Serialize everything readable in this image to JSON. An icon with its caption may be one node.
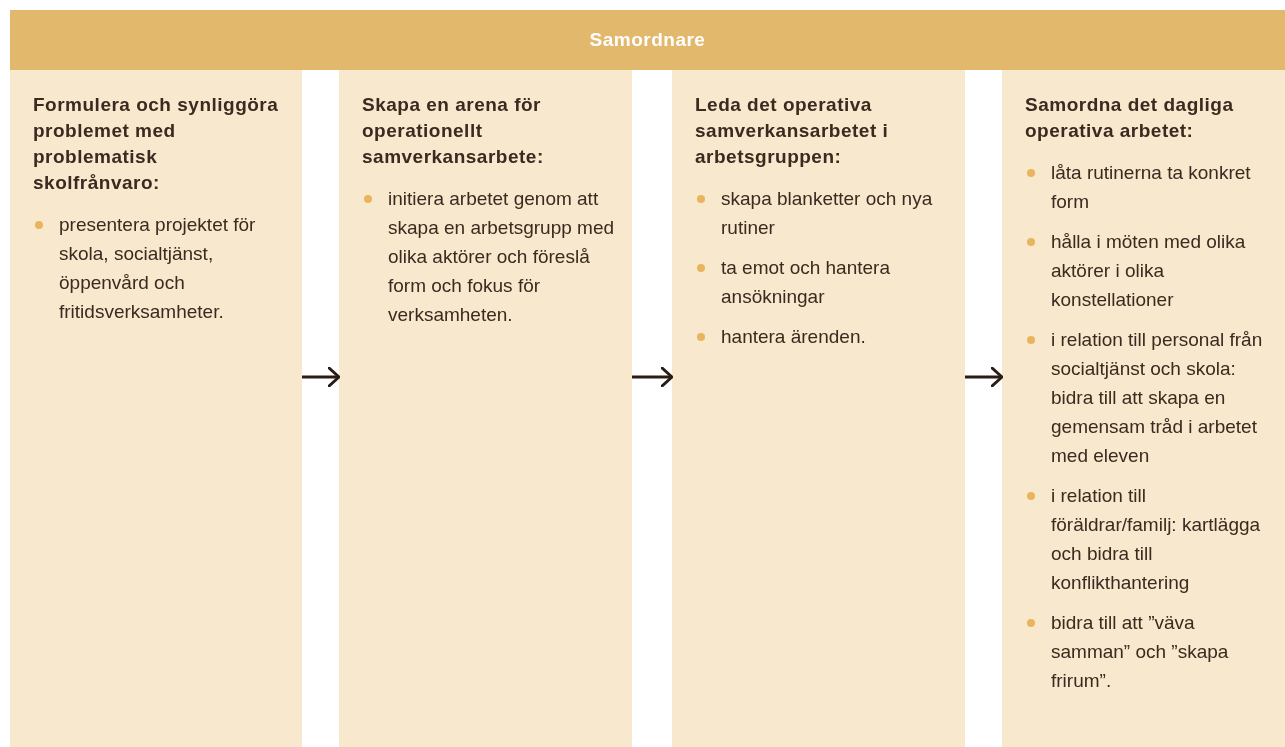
{
  "diagram": {
    "nodes": [
      {
        "text": [
          "Samordnare"
        ]
      },
      {
        "text": [
          "Formulera och synliggöra problemet med problematisk skolfrånvaro:",
          "presentera projektet för skola, socialtjänst, öppenvård och fritidsverksamheter."
        ]
      },
      {
        "text": [
          "Skapa en arena för operationellt samverkansarbete:",
          "initiera arbetet genom att skapa en arbetsgrupp med olika aktörer och föreslå form och fokus för verksamheten."
        ]
      },
      {
        "text": [
          "Leda det operativa samverkansarbetet i arbetsgruppen:",
          "skapa blanketter och nya rutiner",
          "ta emot och hantera ansökningar",
          "hantera ärenden."
        ]
      },
      {
        "text": [
          "Samordna det dagliga operativa arbetet:",
          "låta rutinerna ta konkret form",
          "hålla i möten med olika aktörer i olika konstellationer",
          "i relation till personal från socialtjänst och skola: bidra till att skapa en gemensam tråd i arbetet med eleven",
          "i relation till föräldrar/familj: kartlägga och bidra till konflikthantering",
          "bidra till att ”väva samman” och ”skapa frirum”."
        ]
      }
    ],
    "edges": [
      {
        "from": 1,
        "to": 2,
        "arrow": "to"
      },
      {
        "from": 2,
        "to": 3,
        "arrow": "to"
      },
      {
        "from": 3,
        "to": 4,
        "arrow": "to"
      }
    ]
  }
}
